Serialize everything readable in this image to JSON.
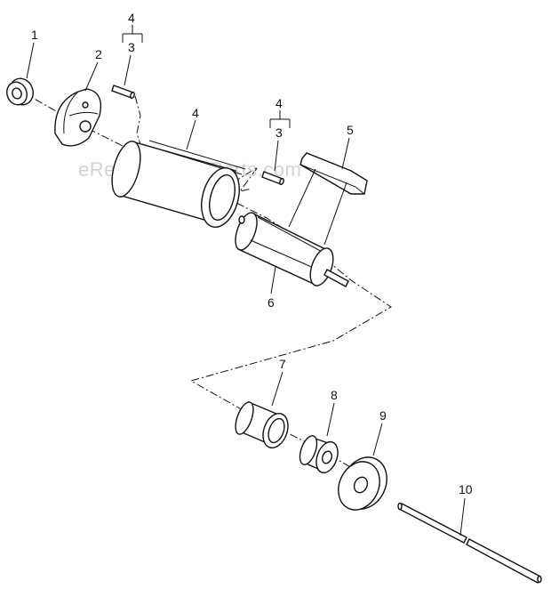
{
  "watermark": "eReplacementParts.com",
  "callouts": {
    "p1": "1",
    "p2": "2",
    "p3a_top": "4",
    "p3a_bottom": "3",
    "p4": "4",
    "p3b_top": "4",
    "p3b_bottom": "3",
    "p5": "5",
    "p6": "6",
    "p7": "7",
    "p8": "8",
    "p9": "9",
    "p10": "10"
  }
}
